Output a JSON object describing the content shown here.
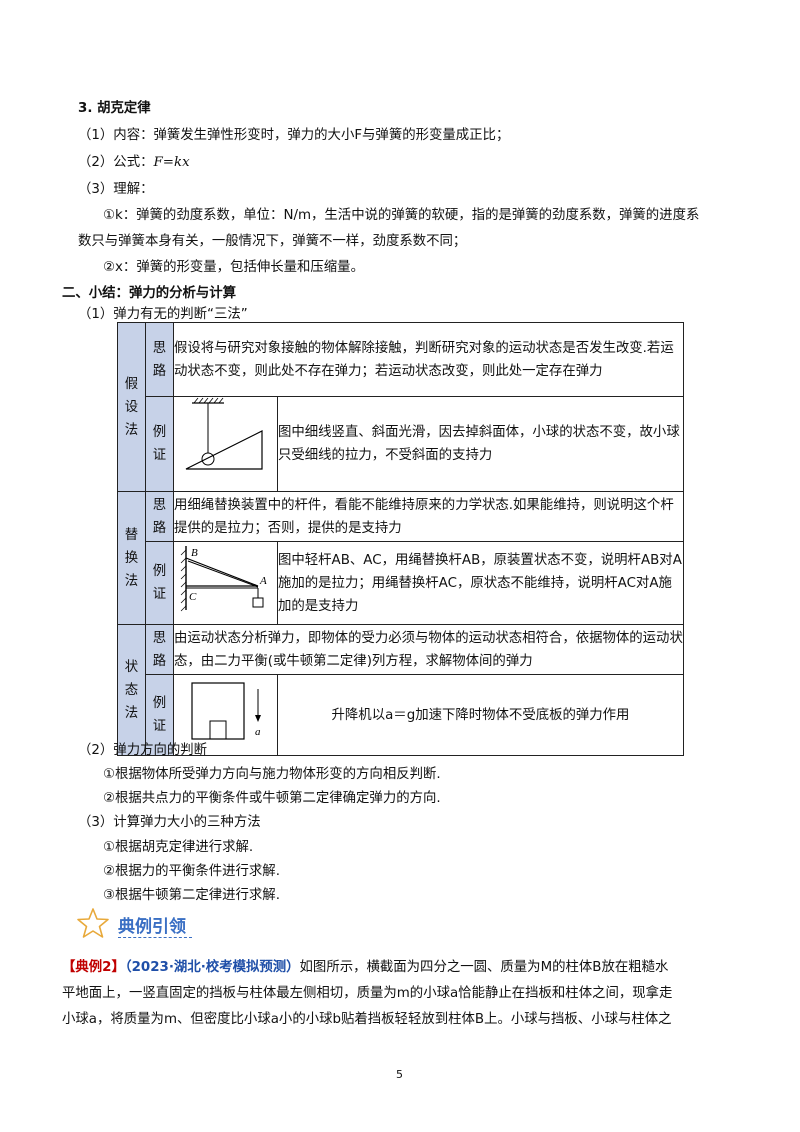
{
  "section3": {
    "heading": "3. 胡克定律",
    "content": "（1）内容：弹簧发生弹性形变时，弹力的大小F与弹簧的形变量成正比；",
    "formula_prefix": "（2）公式：",
    "formula": "F=kx",
    "understanding": "（3）理解：",
    "k_line1": "①k：弹簧的劲度系数，单位：N/m，生活中说的弹簧的软硬，指的是弹簧的劲度系数，弹簧的进度系",
    "k_line2": "数只与弹簧本身有关，一般情况下，弹簧不一样，劲度系数不同；",
    "x_line": "②x：弹簧的形变量，包括伸长量和压缩量。"
  },
  "summary": {
    "heading": "二、小结：弹力的分析与计算",
    "part1": "（1）弹力有无的判断“三法”"
  },
  "table": {
    "hyp": {
      "category": "假设法",
      "idea_label": "思路",
      "idea": "假设将与研究对象接触的物体解除接触，判断研究对象的运动状态是否发生改变.若运动状态不变，则此处不存在弹力；若运动状态改变，则此处一定存在弹力",
      "example_label": "例证",
      "example": "图中细线竖直、斜面光滑，因去掉斜面体，小球的状态不变，故小球只受细线的拉力，不受斜面的支持力"
    },
    "rep": {
      "category": "替换法",
      "idea_label": "思路",
      "idea": "用细绳替换装置中的杆件，看能不能维持原来的力学状态.如果能维持，则说明这个杆提供的是拉力；否则，提供的是支持力",
      "example_label": "例证",
      "example": "图中轻杆AB、AC，用绳替换杆AB，原装置状态不变，说明杆AB对A施加的是拉力；用绳替换杆AC，原状态不能维持，说明杆AC对A施加的是支持力",
      "fig_labels": {
        "b": "B",
        "c": "C",
        "a": "A"
      }
    },
    "state": {
      "category": "状态法",
      "idea_label": "思路",
      "idea": "由运动状态分析弹力，即物体的受力必须与物体的运动状态相符合，依据物体的运动状态，由二力平衡(或牛顿第二定律)列方程，求解物体间的弹力",
      "example_label": "例证",
      "example": "升降机以a＝g加速下降时物体不受底板的弹力作用",
      "fig_label": "a"
    }
  },
  "part2": {
    "title": "（2）弹力方向的判断",
    "item1": "①根据物体所受弹力方向与施力物体形变的方向相反判断.",
    "item2": "②根据共点力的平衡条件或牛顿第二定律确定弹力的方向."
  },
  "part3": {
    "title": "（3）计算弹力大小的三种方法",
    "item1": "①根据胡克定律进行求解.",
    "item2": "②根据力的平衡条件进行求解.",
    "item3": "③根据牛顿第二定律进行求解."
  },
  "example_section": {
    "title": "典例引领",
    "tag": "【典例2】",
    "source": "（2023·湖北·校考模拟预测）",
    "line1": "如图所示，横截面为四分之一圆、质量为M的柱体B放在粗糙水",
    "line2": "平地面上，一竖直固定的挡板与柱体最左侧相切，质量为m的小球a恰能静止在挡板和柱体之间，现拿走",
    "line3": "小球a，将质量为m、但密度比小球a小的小球b贴着挡板轻轻放到柱体B上。小球与挡板、小球与柱体之"
  },
  "page_number": "5"
}
